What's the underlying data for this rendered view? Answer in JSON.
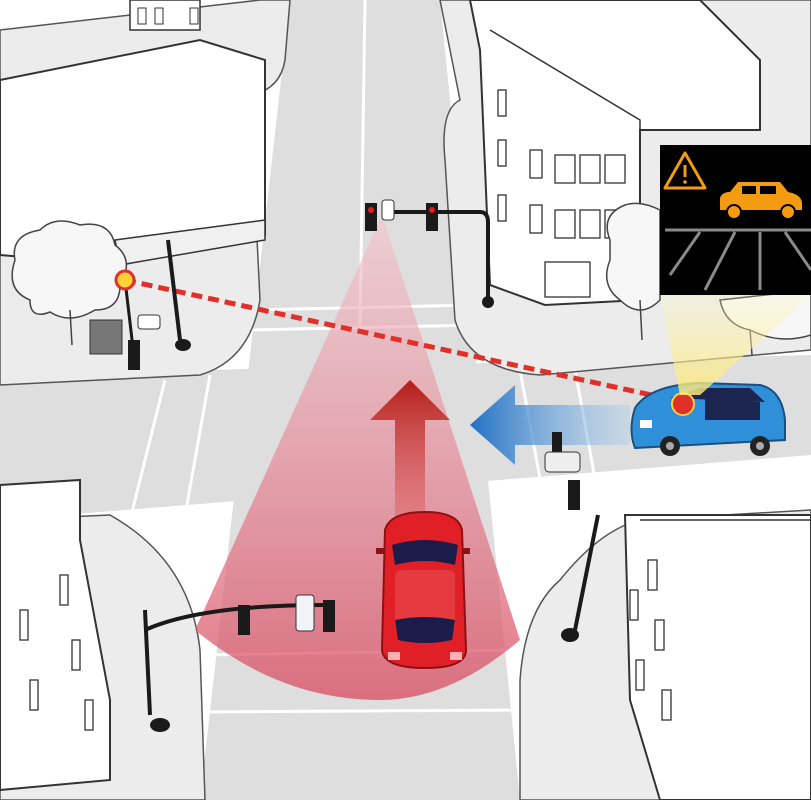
{
  "scene": {
    "background": "#ffffff",
    "colors": {
      "road": "#dedede",
      "sidewalk": "#ececec",
      "building": "#ffffff",
      "outline": "#333333",
      "lane_marking": "#ffffff",
      "pole": "#1a1a1a",
      "red_car": "#e01f26",
      "blue_car": "#2f8fd8",
      "sensor_cone": "#d0505e",
      "warning_orange": "#f39c12",
      "red_arrow": "#c0241f",
      "blue_arrow": "#2a7dd1",
      "dashed_link": "#e0302a",
      "tree": "#f5f5f5"
    },
    "icons": [
      "warning-triangle-icon",
      "car-icon",
      "traffic-light-icon",
      "camera-sensor-icon",
      "tree-icon"
    ],
    "vehicles": [
      {
        "id": "red-car",
        "color": "red",
        "direction": "north"
      },
      {
        "id": "blue-car",
        "color": "blue",
        "direction": "west"
      }
    ],
    "warning_display": {
      "icons": [
        "warning-triangle-icon",
        "car-icon"
      ]
    }
  }
}
